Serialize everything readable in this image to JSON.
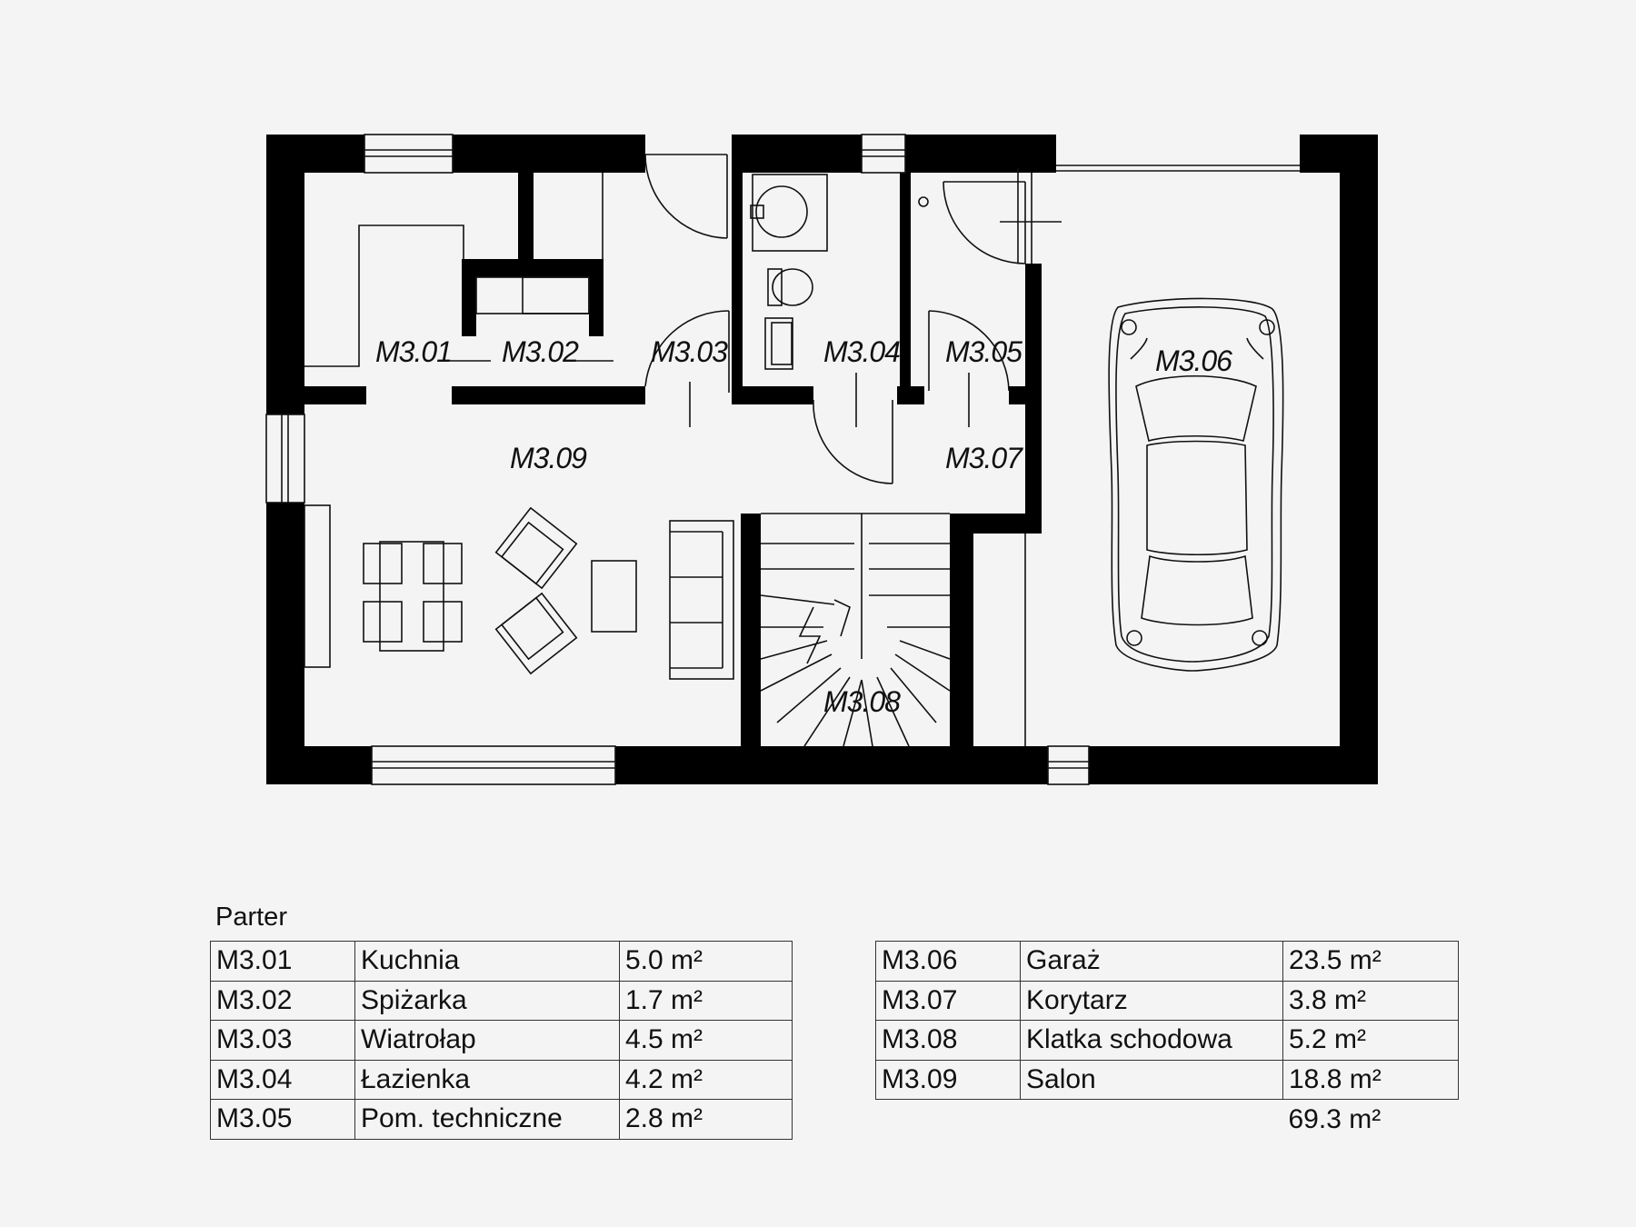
{
  "plan": {
    "rooms": [
      {
        "id": "M3.01"
      },
      {
        "id": "M3.02"
      },
      {
        "id": "M3.03"
      },
      {
        "id": "M3.04"
      },
      {
        "id": "M3.05"
      },
      {
        "id": "M3.06"
      },
      {
        "id": "M3.07"
      },
      {
        "id": "M3.08"
      },
      {
        "id": "M3.09"
      }
    ]
  },
  "schedule": {
    "title": "Parter",
    "left": [
      {
        "id": "M3.01",
        "name": "Kuchnia",
        "area": "5.0 m²"
      },
      {
        "id": "M3.02",
        "name": "Spiżarka",
        "area": "1.7 m²"
      },
      {
        "id": "M3.03",
        "name": "Wiatrołap",
        "area": "4.5 m²"
      },
      {
        "id": "M3.04",
        "name": "Łazienka",
        "area": "4.2 m²"
      },
      {
        "id": "M3.05",
        "name": "Pom. techniczne",
        "area": "2.8 m²"
      }
    ],
    "right": [
      {
        "id": "M3.06",
        "name": "Garaż",
        "area": "23.5 m²"
      },
      {
        "id": "M3.07",
        "name": "Korytarz",
        "area": "3.8 m²"
      },
      {
        "id": "M3.08",
        "name": "Klatka schodowa",
        "area": "5.2 m²"
      },
      {
        "id": "M3.09",
        "name": "Salon",
        "area": "18.8 m²"
      }
    ],
    "total": "69.3 m²"
  }
}
